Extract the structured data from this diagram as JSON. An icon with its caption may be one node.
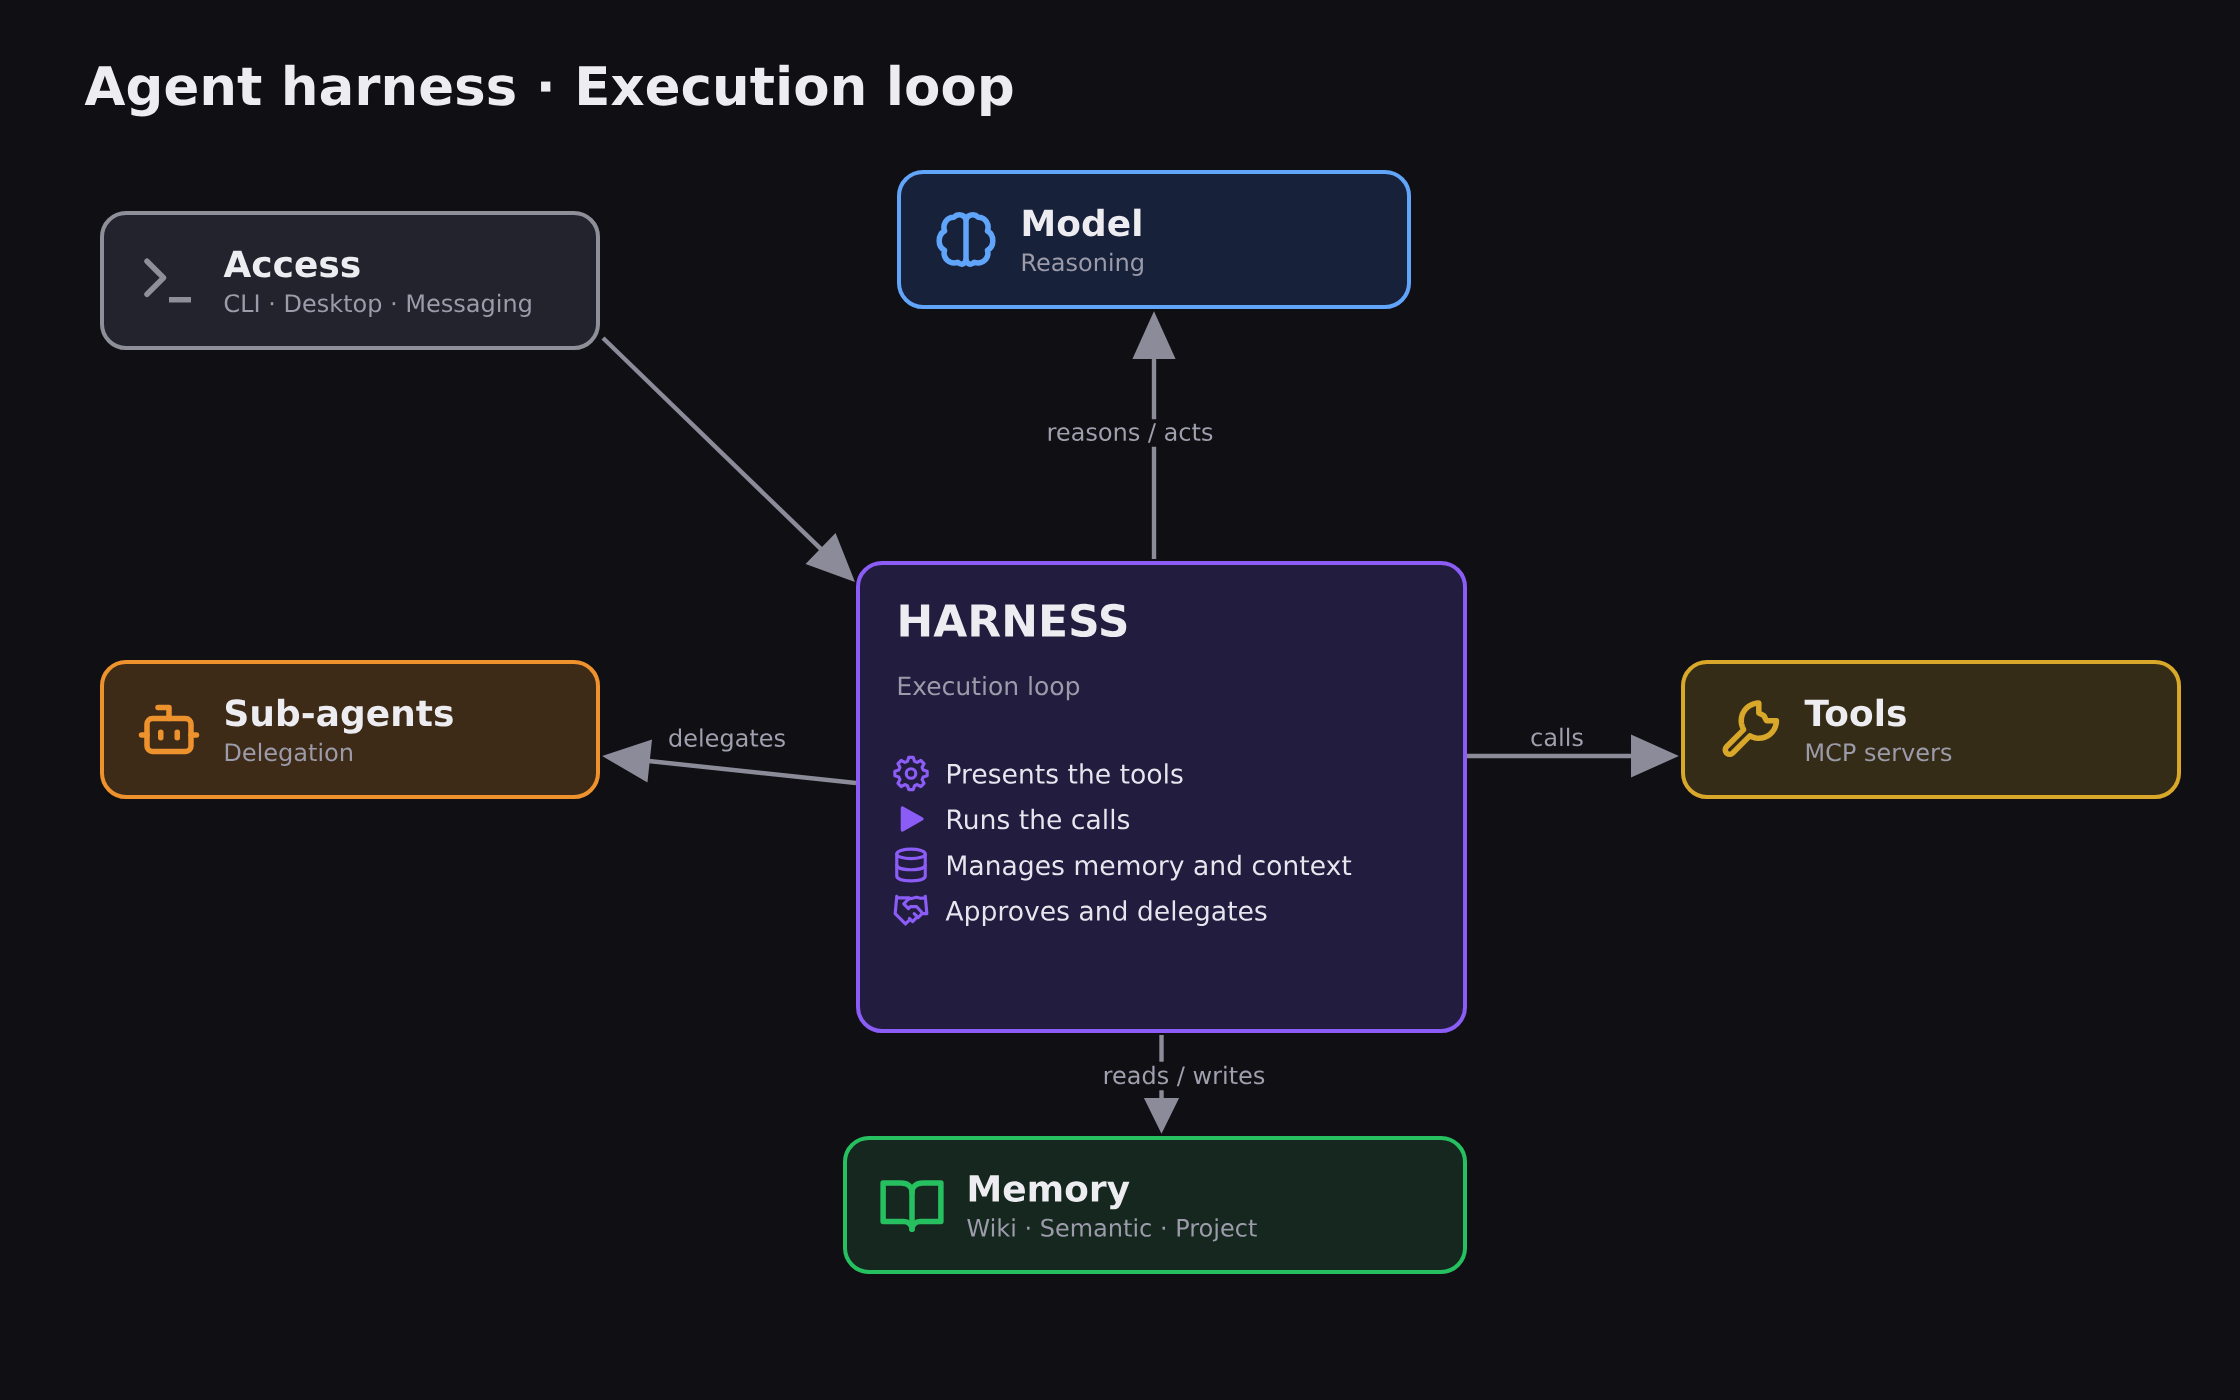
{
  "diagram": {
    "title": "Agent harness · Execution loop",
    "nodes": [
      {
        "text": [
          "Access",
          "CLI · Desktop · Messaging"
        ]
      },
      {
        "text": [
          "Model",
          "Reasoning"
        ]
      },
      {
        "text": [
          "HARNESS",
          "Execution loop",
          "Presents the tools",
          "Runs the calls",
          "Manages memory and context",
          "Approves and delegates"
        ]
      },
      {
        "text": [
          "Sub-agents",
          "Delegation"
        ]
      },
      {
        "text": [
          "Tools",
          "MCP servers"
        ]
      },
      {
        "text": [
          "Memory",
          "Wiki · Semantic · Project"
        ]
      }
    ],
    "edges": [
      {
        "from": 0,
        "to": 2,
        "arrow": "to"
      },
      {
        "from": 2,
        "to": 1,
        "arrow": "to",
        "label": "reasons / acts"
      },
      {
        "from": 2,
        "to": 3,
        "arrow": "to",
        "label": "delegates"
      },
      {
        "from": 2,
        "to": 4,
        "arrow": "to",
        "label": "calls"
      },
      {
        "from": 2,
        "to": 5,
        "arrow": "to",
        "label": "reads / writes"
      }
    ]
  }
}
